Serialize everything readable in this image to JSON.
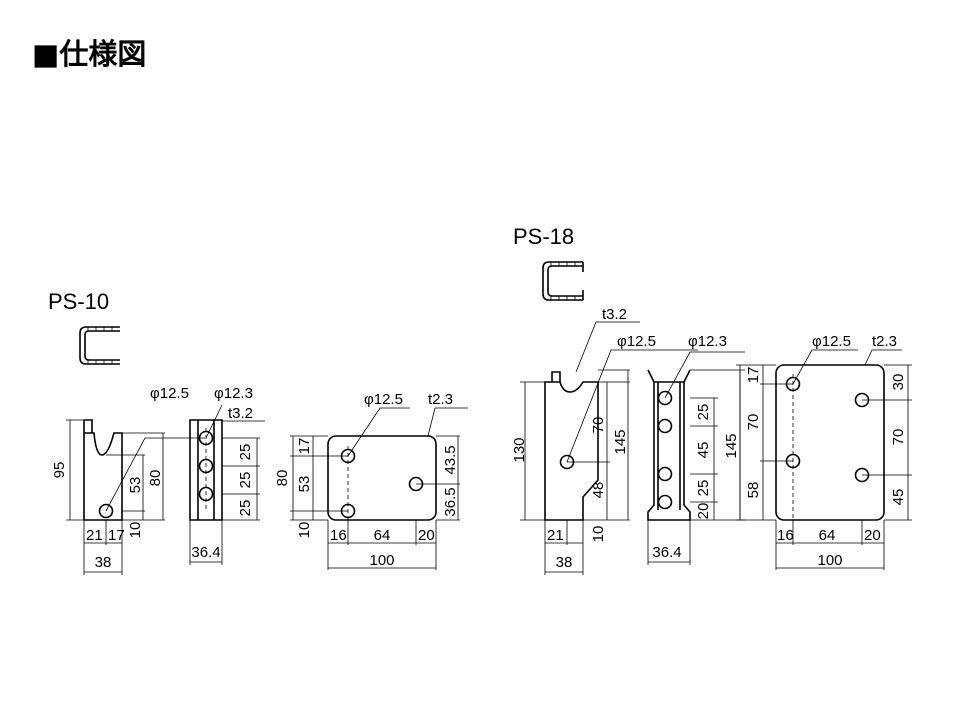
{
  "page": {
    "title": "■仕様図"
  },
  "ps10": {
    "name": "PS-10",
    "side": {
      "h95": "95",
      "h53": "53",
      "h80": "80",
      "h10": "10",
      "w21": "21",
      "w17": "17",
      "w38": "38",
      "phi": "φ12.5"
    },
    "edge": {
      "phi": "φ12.3",
      "t": "t3.2",
      "p1": "25",
      "p2": "25",
      "p3": "25",
      "w": "36.4"
    },
    "plate": {
      "phi": "φ12.5",
      "t": "t2.3",
      "h80": "80",
      "h53": "53",
      "h17": "17",
      "h10": "10",
      "r43": "43.5",
      "r36": "36.5",
      "w16": "16",
      "w64": "64",
      "w20": "20",
      "w100": "100"
    }
  },
  "ps18": {
    "name": "PS-18",
    "side": {
      "t": "t3.2",
      "phi": "φ12.5",
      "h130": "130",
      "h70": "70",
      "h145": "145",
      "h48": "48",
      "h10": "10",
      "w21": "21",
      "w38": "38"
    },
    "edge": {
      "phi": "φ12.3",
      "p1": "25",
      "p2": "45",
      "p3": "25",
      "p4": "20",
      "h145": "145",
      "w": "36.4"
    },
    "plate": {
      "phi": "φ12.5",
      "t": "t2.3",
      "h17": "17",
      "h70": "70",
      "h58": "58",
      "r30": "30",
      "r70": "70",
      "r45": "45",
      "w16": "16",
      "w64": "64",
      "w20": "20",
      "w100": "100"
    }
  }
}
